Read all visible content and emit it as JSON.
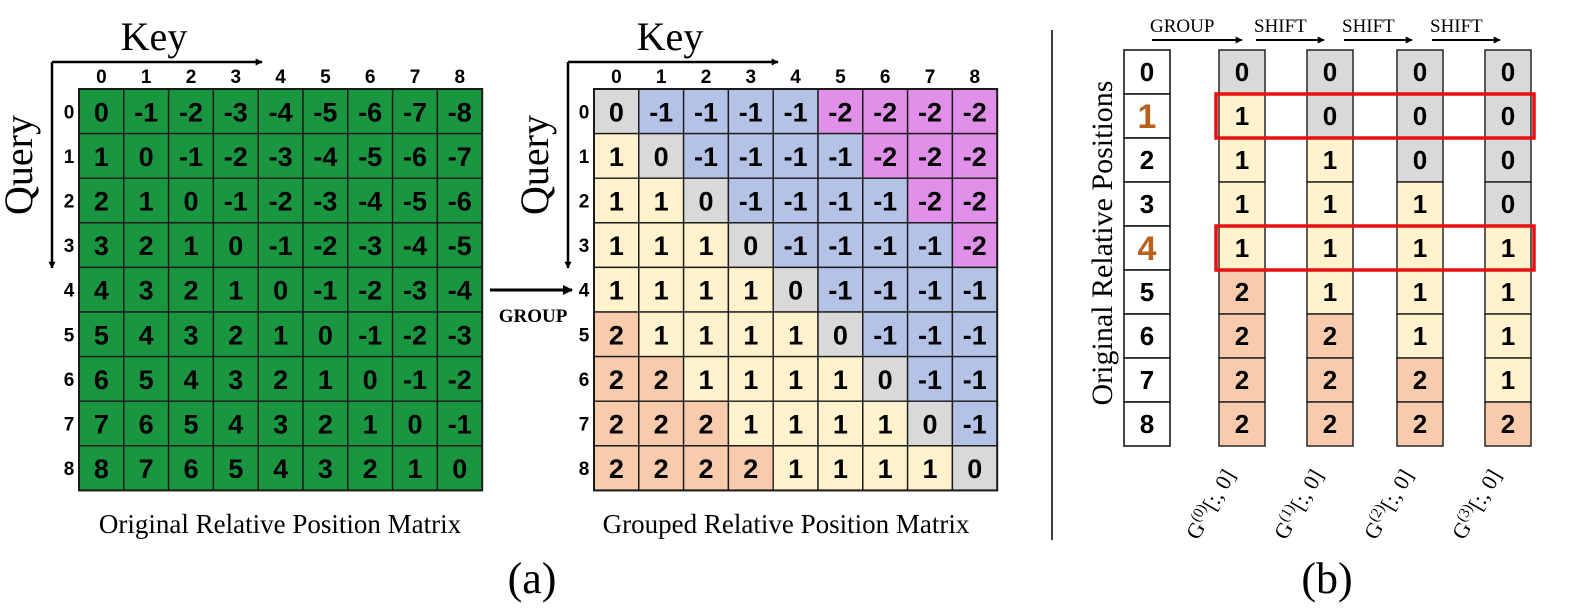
{
  "panel_a": {
    "key_label": "Key",
    "query_label": "Query",
    "group_arrow_label": "GROUP",
    "indices": [
      "0",
      "1",
      "2",
      "3",
      "4",
      "5",
      "6",
      "7",
      "8"
    ],
    "original_matrix": {
      "caption": "Original Relative Position Matrix",
      "color": "#1a9641",
      "values": [
        [
          0,
          -1,
          -2,
          -3,
          -4,
          -5,
          -6,
          -7,
          -8
        ],
        [
          1,
          0,
          -1,
          -2,
          -3,
          -4,
          -5,
          -6,
          -7
        ],
        [
          2,
          1,
          0,
          -1,
          -2,
          -3,
          -4,
          -5,
          -6
        ],
        [
          3,
          2,
          1,
          0,
          -1,
          -2,
          -3,
          -4,
          -5
        ],
        [
          4,
          3,
          2,
          1,
          0,
          -1,
          -2,
          -3,
          -4
        ],
        [
          5,
          4,
          3,
          2,
          1,
          0,
          -1,
          -2,
          -3
        ],
        [
          6,
          5,
          4,
          3,
          2,
          1,
          0,
          -1,
          -2
        ],
        [
          7,
          6,
          5,
          4,
          3,
          2,
          1,
          0,
          -1
        ],
        [
          8,
          7,
          6,
          5,
          4,
          3,
          2,
          1,
          0
        ]
      ]
    },
    "grouped_matrix": {
      "caption": "Grouped Relative Position Matrix",
      "values": [
        [
          0,
          -1,
          -1,
          -1,
          -1,
          -2,
          -2,
          -2,
          -2
        ],
        [
          1,
          0,
          -1,
          -1,
          -1,
          -1,
          -2,
          -2,
          -2
        ],
        [
          1,
          1,
          0,
          -1,
          -1,
          -1,
          -1,
          -2,
          -2
        ],
        [
          1,
          1,
          1,
          0,
          -1,
          -1,
          -1,
          -1,
          -2
        ],
        [
          1,
          1,
          1,
          1,
          0,
          -1,
          -1,
          -1,
          -1
        ],
        [
          2,
          1,
          1,
          1,
          1,
          0,
          -1,
          -1,
          -1
        ],
        [
          2,
          2,
          1,
          1,
          1,
          1,
          0,
          -1,
          -1
        ],
        [
          2,
          2,
          2,
          1,
          1,
          1,
          1,
          0,
          -1
        ],
        [
          2,
          2,
          2,
          2,
          1,
          1,
          1,
          1,
          0
        ]
      ],
      "value_colors": {
        "0": "#d9d9d9",
        "1": "#fff2cc",
        "2": "#f8cbad",
        "-1": "#b4c2e6",
        "-2": "#e090e8"
      }
    },
    "label": "(a)"
  },
  "panel_b": {
    "axis_label": "Original Relative Positions",
    "positions": [
      "0",
      "1",
      "2",
      "3",
      "4",
      "5",
      "6",
      "7",
      "8"
    ],
    "highlight_color": "#b8601c",
    "highlighted_positions": [
      "1",
      "4"
    ],
    "highlight_box_color": "#e81010",
    "ops": [
      "GROUP",
      "SHIFT",
      "SHIFT",
      "SHIFT"
    ],
    "columns": [
      {
        "label": "G",
        "sup": "(0)",
        "suffix": "[:, 0]",
        "values": [
          0,
          1,
          1,
          1,
          1,
          2,
          2,
          2,
          2
        ]
      },
      {
        "label": "G",
        "sup": "(1)",
        "suffix": "[:, 0]",
        "values": [
          0,
          0,
          1,
          1,
          1,
          1,
          2,
          2,
          2
        ]
      },
      {
        "label": "G",
        "sup": "(2)",
        "suffix": "[:, 0]",
        "values": [
          0,
          0,
          0,
          1,
          1,
          1,
          1,
          2,
          2
        ]
      },
      {
        "label": "G",
        "sup": "(3)",
        "suffix": "[:, 0]",
        "values": [
          0,
          0,
          0,
          0,
          1,
          1,
          1,
          1,
          2
        ]
      }
    ],
    "label": "(b)"
  }
}
